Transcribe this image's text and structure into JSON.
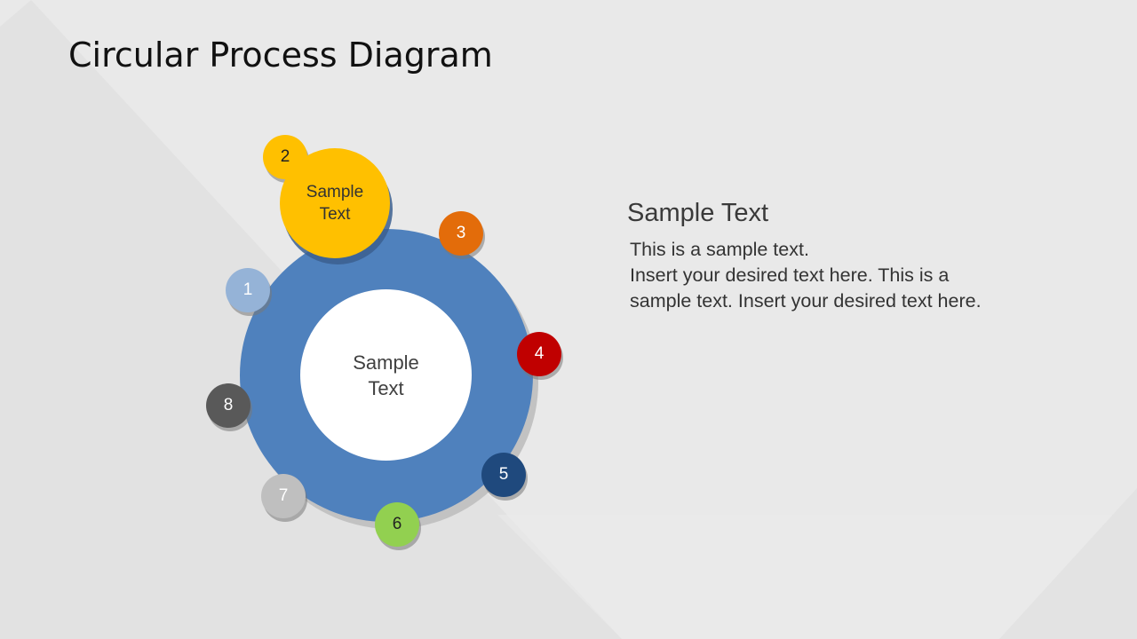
{
  "slide": {
    "title": "Circular Process Diagram"
  },
  "diagram": {
    "center_label": "Sample\nText",
    "highlight_label": "Sample\nText",
    "ring_color": "#4f81bd",
    "steps": [
      {
        "number": "1",
        "color": "#95b3d7",
        "text_color": "#ffffff"
      },
      {
        "number": "2",
        "color": "#ffc000",
        "text_color": "#222222"
      },
      {
        "number": "3",
        "color": "#e36c0a",
        "text_color": "#ffffff"
      },
      {
        "number": "4",
        "color": "#c00000",
        "text_color": "#ffffff"
      },
      {
        "number": "5",
        "color": "#1f497d",
        "text_color": "#ffffff"
      },
      {
        "number": "6",
        "color": "#92d050",
        "text_color": "#222222"
      },
      {
        "number": "7",
        "color": "#bfbfbf",
        "text_color": "#ffffff"
      },
      {
        "number": "8",
        "color": "#595959",
        "text_color": "#ffffff"
      }
    ]
  },
  "description": {
    "heading": "Sample Text",
    "body": "This is a sample text.\nInsert your desired text here. This is a sample text. Insert your desired text here."
  }
}
